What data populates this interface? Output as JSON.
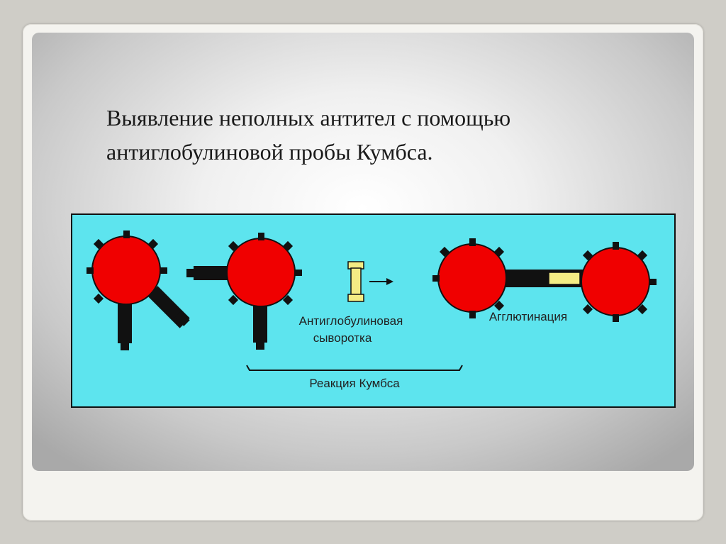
{
  "slide": {
    "title_line1": "Выявление неполных антител с помощью",
    "title_line2": "антиглобулиновой пробы Кумбса."
  },
  "diagram": {
    "labels": {
      "antiglobulin_line1": "Антиглобулиновая",
      "antiglobulin_line2": "сыворотка",
      "agglutination": "Агглютинация",
      "coombs_reaction": "Реакция Кумбса"
    },
    "colors": {
      "background": "#5de4ee",
      "cell": "#f00000",
      "antibody": "#111111",
      "antiglobulin": "#f4ec84"
    }
  }
}
